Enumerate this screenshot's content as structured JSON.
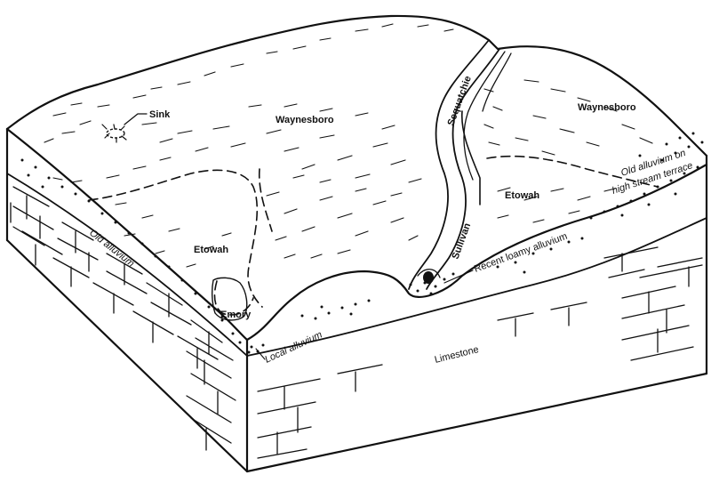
{
  "labels": {
    "sink": "Sink",
    "waynesboro_left": "Waynesboro",
    "waynesboro_right": "Waynesboro",
    "sequatchie": "Sequatchie",
    "etowah_left": "Etowah",
    "etowah_right": "Etowah",
    "old_alluvium_terrace_line1": "Old alluvium on",
    "old_alluvium_terrace_line2": "high stream terrace",
    "old_alluvium": "Old alluvium",
    "sullivan": "Sullivan",
    "recent_loamy_alluvium": "Recent loamy alluvium",
    "emory": "Emory",
    "local_alluvium": "Local alluvium",
    "limestone": "Limestone"
  }
}
